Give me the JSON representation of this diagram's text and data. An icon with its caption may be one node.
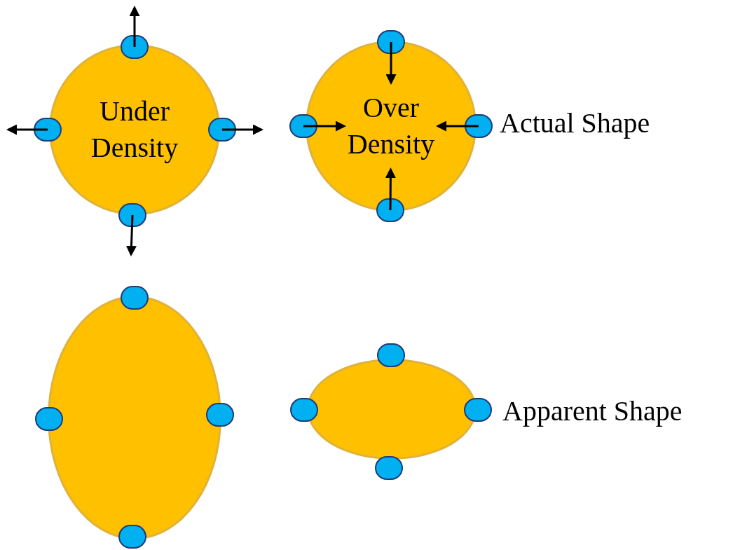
{
  "diagram": {
    "nodes": [
      {
        "text": [
          "Under Density"
        ]
      },
      {
        "text": [
          "Over Density"
        ]
      },
      {
        "text": [],
        "shape": "circle"
      },
      {
        "text": [],
        "shape": "circle"
      },
      {
        "text": [],
        "shape": "circle"
      },
      {
        "text": [],
        "shape": "circle"
      },
      {
        "text": [],
        "shape": "circle"
      },
      {
        "text": [],
        "shape": "circle"
      },
      {
        "text": [],
        "shape": "circle"
      },
      {
        "text": [],
        "shape": "circle"
      },
      {
        "text": [],
        "shape": "ellipse"
      },
      {
        "text": [],
        "shape": "circle"
      },
      {
        "text": [],
        "shape": "circle"
      },
      {
        "text": [],
        "shape": "circle"
      },
      {
        "text": [],
        "shape": "circle"
      },
      {
        "text": [],
        "shape": "ellipse"
      },
      {
        "text": [],
        "shape": "circle"
      },
      {
        "text": [],
        "shape": "circle"
      },
      {
        "text": [],
        "shape": "circle"
      },
      {
        "text": [],
        "shape": "circle"
      }
    ],
    "edges": [
      {
        "from": 2,
        "to": null,
        "arrow": "to"
      },
      {
        "from": 3,
        "to": null,
        "arrow": "to"
      },
      {
        "from": 4,
        "to": null,
        "arrow": "to"
      },
      {
        "from": 5,
        "to": null,
        "arrow": "to"
      },
      {
        "from": 6,
        "to": 1,
        "arrow": "to"
      },
      {
        "from": 7,
        "to": 1,
        "arrow": "to"
      },
      {
        "from": 8,
        "to": 1,
        "arrow": "to"
      },
      {
        "from": 9,
        "to": 1,
        "arrow": "to"
      }
    ],
    "labels": [
      "Actual Shape",
      "Apparent Shape"
    ]
  }
}
